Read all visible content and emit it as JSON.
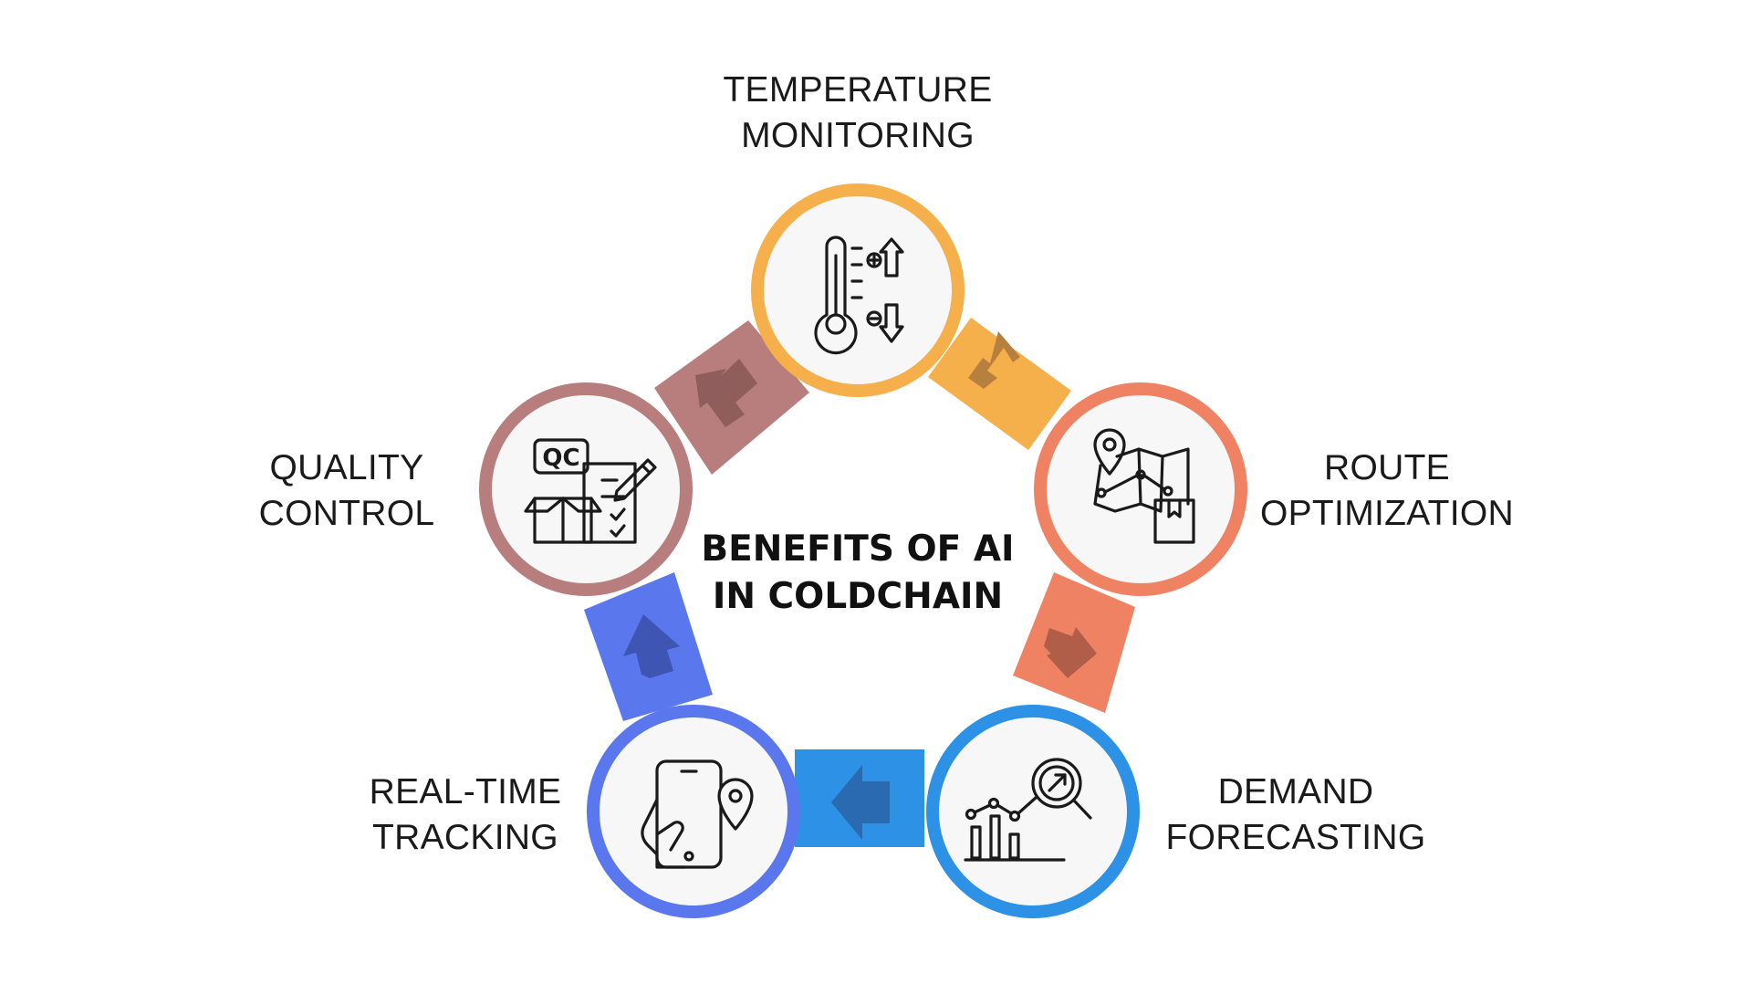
{
  "title": {
    "line1": "BENEFITS OF AI",
    "line2": "IN COLDCHAIN"
  },
  "nodes": [
    {
      "id": "temperature-monitoring",
      "label_line1": "TEMPERATURE",
      "label_line2": "MONITORING",
      "color": "#F5B04C",
      "icon": "thermometer-icon"
    },
    {
      "id": "route-optimization",
      "label_line1": "ROUTE",
      "label_line2": "OPTIMIZATION",
      "color": "#EF8263",
      "icon": "map-route-icon"
    },
    {
      "id": "demand-forecasting",
      "label_line1": "DEMAND",
      "label_line2": "FORECASTING",
      "color": "#2D91E5",
      "icon": "chart-magnifier-icon"
    },
    {
      "id": "real-time-tracking",
      "label_line1": "REAL-TIME",
      "label_line2": "TRACKING",
      "color": "#5B77EE",
      "icon": "phone-location-icon"
    },
    {
      "id": "quality-control",
      "label_line1": "QUALITY",
      "label_line2": "CONTROL",
      "color": "#B87E7D",
      "icon": "qc-checklist-icon",
      "icon_text": "QC"
    }
  ],
  "colors": {
    "node_fill": "#F7F7F7",
    "icon_stroke": "#1a1a1a",
    "arrow_overlay": "rgba(60,30,30,0.25)"
  }
}
